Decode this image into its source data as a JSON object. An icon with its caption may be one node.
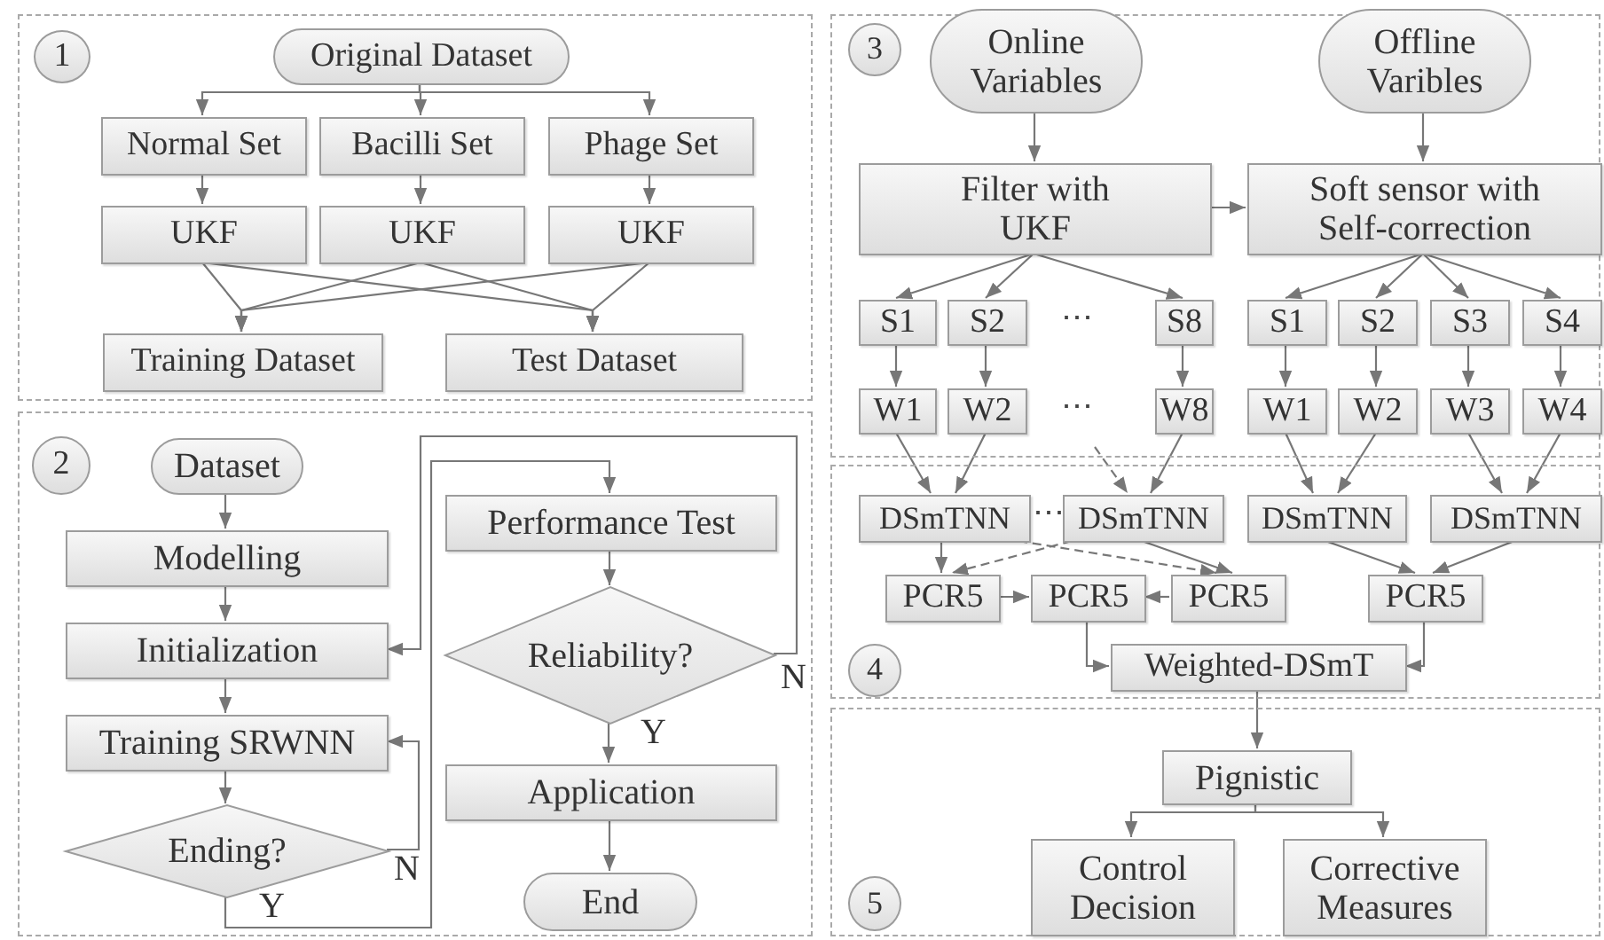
{
  "diagram": {
    "nodes": [
      {
        "text": [],
        "shape": "box"
      },
      {
        "text": [
          "1"
        ],
        "in": 0
      },
      {
        "text": [
          "Original Dataset"
        ],
        "in": 0
      },
      {
        "text": [
          "Normal Set"
        ],
        "in": 0
      },
      {
        "text": [
          "Bacilli Set"
        ],
        "in": 0
      },
      {
        "text": [
          "Phage Set"
        ],
        "in": 0
      },
      {
        "text": [
          "UKF"
        ],
        "in": 0
      },
      {
        "text": [
          "UKF"
        ],
        "in": 0
      },
      {
        "text": [
          "UKF"
        ],
        "in": 0
      },
      {
        "text": [
          "Training Dataset"
        ],
        "in": 0
      },
      {
        "text": [
          "Test Dataset"
        ],
        "in": 0
      },
      {
        "text": [],
        "shape": "box"
      },
      {
        "text": [
          "2"
        ],
        "in": 11
      },
      {
        "text": [
          "Dataset"
        ],
        "in": 11
      },
      {
        "text": [
          "Modelling"
        ],
        "in": 11
      },
      {
        "text": [
          "Initialization"
        ],
        "in": 11
      },
      {
        "text": [
          "Training SRWNN"
        ],
        "in": 11
      },
      {
        "text": [
          "Ending?"
        ],
        "in": 11
      },
      {
        "text": [
          "Performance Test"
        ],
        "in": 11
      },
      {
        "text": [
          "Reliability?"
        ],
        "in": 11
      },
      {
        "text": [
          "Application"
        ],
        "in": 11
      },
      {
        "text": [
          "End"
        ],
        "in": 11
      },
      {
        "text": [],
        "shape": "box"
      },
      {
        "text": [
          "3"
        ],
        "in": 22
      },
      {
        "text": [
          "Online Variables"
        ],
        "in": 22
      },
      {
        "text": [
          "Offline Varibles"
        ],
        "in": 22
      },
      {
        "text": [
          "Filter with UKF"
        ],
        "in": 22
      },
      {
        "text": [
          "Soft sensor with Self-correction"
        ],
        "in": 22
      },
      {
        "text": [
          "S1"
        ],
        "in": 22
      },
      {
        "text": [
          "S2"
        ],
        "in": 22
      },
      {
        "text": [
          "S8"
        ],
        "in": 22
      },
      {
        "text": [
          "S1"
        ],
        "in": 22
      },
      {
        "text": [
          "S2"
        ],
        "in": 22
      },
      {
        "text": [
          "S3"
        ],
        "in": 22
      },
      {
        "text": [
          "S4"
        ],
        "in": 22
      },
      {
        "text": [
          "W1"
        ],
        "in": 22
      },
      {
        "text": [
          "W2"
        ],
        "in": 22
      },
      {
        "text": [
          "W8"
        ],
        "in": 22
      },
      {
        "text": [
          "W1"
        ],
        "in": 22
      },
      {
        "text": [
          "W2"
        ],
        "in": 22
      },
      {
        "text": [
          "W3"
        ],
        "in": 22
      },
      {
        "text": [
          "W4"
        ],
        "in": 22
      },
      {
        "text": [],
        "shape": "box"
      },
      {
        "text": [
          "DSmTNN"
        ],
        "in": 42
      },
      {
        "text": [
          "DSmTNN"
        ],
        "in": 42
      },
      {
        "text": [
          "DSmTNN"
        ],
        "in": 42
      },
      {
        "text": [
          "DSmTNN"
        ],
        "in": 42
      },
      {
        "text": [
          "PCR5"
        ],
        "in": 42
      },
      {
        "text": [
          "PCR5"
        ],
        "in": 42
      },
      {
        "text": [
          "PCR5"
        ],
        "in": 42
      },
      {
        "text": [
          "PCR5"
        ],
        "in": 42
      },
      {
        "text": [
          "Weighted-DSmT"
        ],
        "in": 42
      },
      {
        "text": [
          "4"
        ],
        "in": 42
      },
      {
        "text": [],
        "shape": "box"
      },
      {
        "text": [
          "Pignistic"
        ],
        "in": 53
      },
      {
        "text": [
          "Control Decision"
        ],
        "in": 53
      },
      {
        "text": [
          "Corrective Measures"
        ],
        "in": 53
      },
      {
        "text": [
          "5"
        ],
        "in": 53
      }
    ],
    "edges": [
      {
        "from": 2,
        "to": 3,
        "arrow": "to"
      },
      {
        "from": 2,
        "to": 4,
        "arrow": "to"
      },
      {
        "from": 2,
        "to": 5,
        "arrow": "to"
      },
      {
        "from": 3,
        "to": 6,
        "arrow": "to"
      },
      {
        "from": 4,
        "to": 7,
        "arrow": "to"
      },
      {
        "from": 5,
        "to": 8,
        "arrow": "to"
      },
      {
        "from": 6,
        "to": 9,
        "arrow": "to"
      },
      {
        "from": 6,
        "to": 10,
        "arrow": "to"
      },
      {
        "from": 7,
        "to": 9,
        "arrow": "to"
      },
      {
        "from": 7,
        "to": 10,
        "arrow": "to"
      },
      {
        "from": 8,
        "to": 9,
        "arrow": "to"
      },
      {
        "from": 8,
        "to": 10,
        "arrow": "to"
      },
      {
        "from": 13,
        "to": 14,
        "arrow": "to"
      },
      {
        "from": 14,
        "to": 15,
        "arrow": "to"
      },
      {
        "from": 15,
        "to": 16,
        "arrow": "to"
      },
      {
        "from": 16,
        "to": 17,
        "arrow": "to"
      },
      {
        "from": 17,
        "to": 16,
        "arrow": "to",
        "label": "N"
      },
      {
        "from": 17,
        "to": 18,
        "arrow": "to",
        "label": "Y"
      },
      {
        "from": 18,
        "to": 19,
        "arrow": "to"
      },
      {
        "from": 19,
        "to": 20,
        "arrow": "to",
        "label": "Y"
      },
      {
        "from": 20,
        "to": 21,
        "arrow": "to"
      },
      {
        "from": 19,
        "to": 15,
        "arrow": "to",
        "label": "N"
      },
      {
        "from": 24,
        "to": 26,
        "arrow": "to"
      },
      {
        "from": 25,
        "to": 27,
        "arrow": "to"
      },
      {
        "from": 26,
        "to": 27,
        "arrow": "to"
      },
      {
        "from": 26,
        "to": 28,
        "arrow": "to"
      },
      {
        "from": 26,
        "to": 29,
        "arrow": "to"
      },
      {
        "from": 26,
        "to": 30,
        "arrow": "to"
      },
      {
        "from": 27,
        "to": 31,
        "arrow": "to"
      },
      {
        "from": 27,
        "to": 32,
        "arrow": "to"
      },
      {
        "from": 27,
        "to": 33,
        "arrow": "to"
      },
      {
        "from": 27,
        "to": 34,
        "arrow": "to"
      },
      {
        "from": 28,
        "to": 35,
        "arrow": "to"
      },
      {
        "from": 29,
        "to": 36,
        "arrow": "to"
      },
      {
        "from": 30,
        "to": 37,
        "arrow": "to"
      },
      {
        "from": 31,
        "to": 38,
        "arrow": "to"
      },
      {
        "from": 32,
        "to": 39,
        "arrow": "to"
      },
      {
        "from": 33,
        "to": 40,
        "arrow": "to"
      },
      {
        "from": 34,
        "to": 41,
        "arrow": "to"
      },
      {
        "from": 35,
        "to": 43,
        "arrow": "to"
      },
      {
        "from": 36,
        "to": 43,
        "arrow": "to"
      },
      {
        "from": 37,
        "to": 44,
        "arrow": "to"
      },
      {
        "from": 38,
        "to": 45,
        "arrow": "to"
      },
      {
        "from": 39,
        "to": 45,
        "arrow": "to"
      },
      {
        "from": 40,
        "to": 46,
        "arrow": "to"
      },
      {
        "from": 41,
        "to": 46,
        "arrow": "to"
      },
      {
        "from": 22,
        "to": 44,
        "arrow": "to",
        "style": "dashed"
      },
      {
        "from": 43,
        "to": 47,
        "arrow": "to"
      },
      {
        "from": 44,
        "to": 47,
        "arrow": "to",
        "style": "dashed"
      },
      {
        "from": 43,
        "to": 49,
        "arrow": "to",
        "style": "dashed"
      },
      {
        "from": 44,
        "to": 49,
        "arrow": "to"
      },
      {
        "from": 45,
        "to": 50,
        "arrow": "to"
      },
      {
        "from": 46,
        "to": 50,
        "arrow": "to"
      },
      {
        "from": 47,
        "to": 48,
        "arrow": "to"
      },
      {
        "from": 49,
        "to": 48,
        "arrow": "to"
      },
      {
        "from": 48,
        "to": 51,
        "arrow": "to"
      },
      {
        "from": 50,
        "to": 51,
        "arrow": "to"
      },
      {
        "from": 51,
        "to": 54,
        "arrow": "to"
      },
      {
        "from": 54,
        "to": 55,
        "arrow": "to"
      },
      {
        "from": 54,
        "to": 56,
        "arrow": "to"
      }
    ],
    "labels": [
      "⋯",
      "⋯",
      "⋯"
    ]
  }
}
